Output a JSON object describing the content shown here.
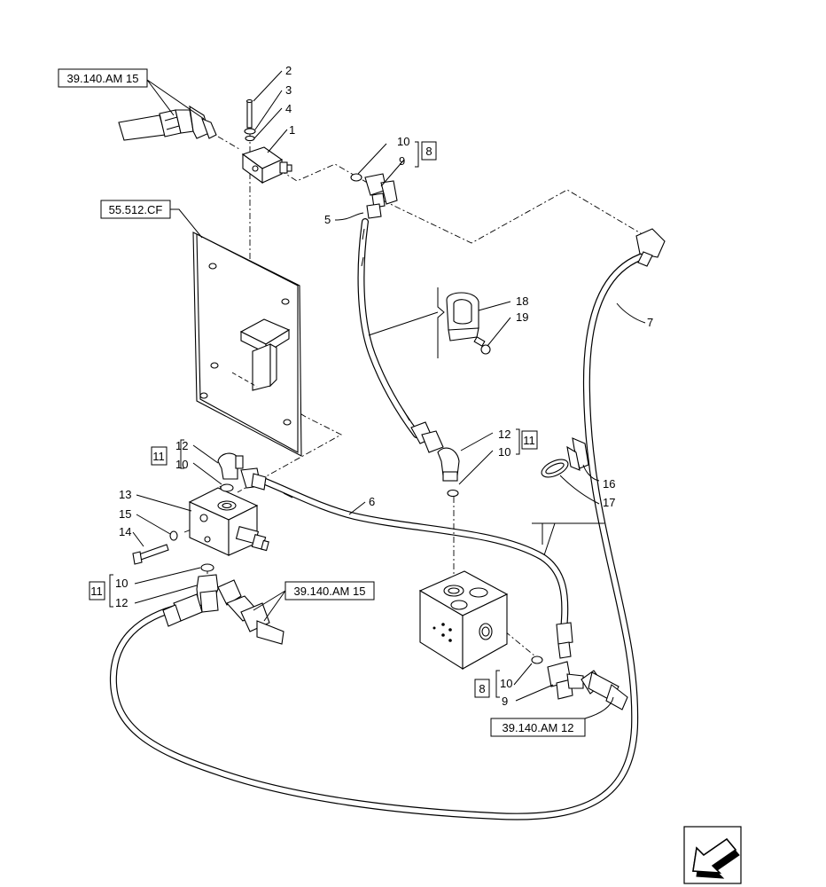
{
  "refs": {
    "ref_top_left": "39.140.AM 15",
    "ref_plate": "55.512.CF",
    "ref_mid": "39.140.AM 15",
    "ref_bottom": "39.140.AM 12"
  },
  "boxes": {
    "box_8_top": "8",
    "box_11_right": "11",
    "box_11_valve": "11",
    "box_11_lower": "11",
    "box_8_bottom": "8"
  },
  "callouts": {
    "c1": "1",
    "c2": "2",
    "c3": "3",
    "c4": "4",
    "c5": "5",
    "c6": "6",
    "c7": "7",
    "c9_top": "9",
    "c10_top": "10",
    "c10_right": "10",
    "c12_right": "12",
    "c12_valve": "12",
    "c10_valve": "10",
    "c13": "13",
    "c15": "15",
    "c14": "14",
    "c10_lower": "10",
    "c12_lower": "12",
    "c10_bottom": "10",
    "c9_bottom": "9",
    "c16": "16",
    "c17": "17",
    "c18": "18",
    "c19": "19"
  },
  "icons": {
    "nav": "arrow-down-left-icon"
  }
}
